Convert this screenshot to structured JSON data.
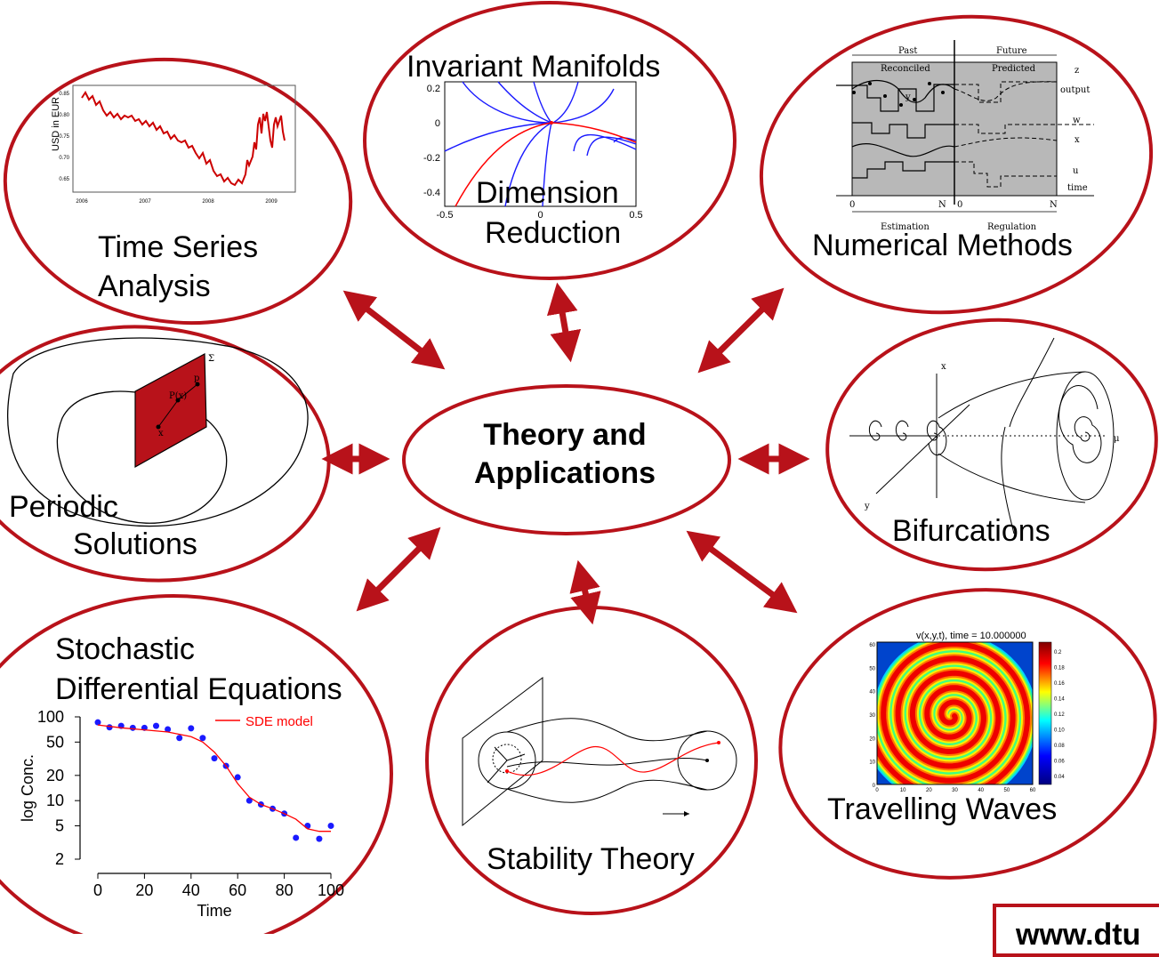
{
  "colors": {
    "accent": "#b8121a",
    "blue_curve": "#1a1aff",
    "data_points": "#1a1aff",
    "model_line": "#ff0000"
  },
  "center": {
    "line1": "Theory and",
    "line2": "Applications"
  },
  "topics": {
    "time_series": {
      "line1": "Time Series",
      "line2": "Analysis"
    },
    "invariant_manifolds": {
      "title": "Invariant Manifolds",
      "line1": "Dimension",
      "line2": "Reduction"
    },
    "numerical_methods": {
      "title": "Numerical Methods"
    },
    "periodic_solutions": {
      "line1": "Periodic",
      "line2": "Solutions"
    },
    "bifurcations": {
      "title": "Bifurcations"
    },
    "sde": {
      "line1": "Stochastic",
      "line2": "Differential Equations"
    },
    "stability_theory": {
      "title": "Stability Theory"
    },
    "travelling_waves": {
      "title": "Travelling Waves"
    }
  },
  "manifold_plot": {
    "y_ticks": [
      "0.2",
      "0",
      "-0.2",
      "-0.4"
    ],
    "x_ticks": [
      "-0.5",
      "0",
      "0.5"
    ]
  },
  "numerical_plot": {
    "past": "Past",
    "future": "Future",
    "reconciled": "Reconciled",
    "predicted": "Predicted",
    "z": "z",
    "output": "output",
    "y": "y",
    "w": "w",
    "x": "x",
    "u": "u",
    "time": "time",
    "zero_left": "0",
    "n_left": "N",
    "zero_right": "0",
    "n_right": "N",
    "estimation": "Estimation",
    "regulation": "Regulation"
  },
  "periodic_plot": {
    "sigma": "Σ",
    "p": "p",
    "px": "P(x)",
    "x": "x"
  },
  "bifurcation_plot": {
    "x_axis": "x",
    "y_axis": "y",
    "mu_axis": "μ"
  },
  "chart_data": {
    "type": "scatter",
    "title": "",
    "xlabel": "Time",
    "ylabel": "log Conc.",
    "xlim": [
      0,
      100
    ],
    "ylim": [
      2,
      100
    ],
    "y_scale": "log",
    "x_ticks": [
      "0",
      "20",
      "40",
      "60",
      "80",
      "100"
    ],
    "y_ticks": [
      "2",
      "5",
      "10",
      "20",
      "50",
      "100"
    ],
    "legend": "top-right",
    "series": [
      {
        "name": "",
        "kind": "points",
        "x": [
          0,
          5,
          10,
          15,
          20,
          25,
          30,
          35,
          40,
          45,
          50,
          55,
          60,
          65,
          70,
          75,
          80,
          85,
          90,
          95,
          100
        ],
        "y": [
          86,
          75,
          78,
          74,
          74,
          78,
          71,
          56,
          73,
          56,
          32,
          26,
          19,
          10,
          9,
          8,
          7,
          3.6,
          5,
          3.5,
          5
        ]
      },
      {
        "name": "SDE model",
        "kind": "line",
        "x": [
          0,
          10,
          20,
          30,
          35,
          40,
          45,
          50,
          55,
          60,
          65,
          70,
          75,
          80,
          85,
          90,
          95,
          100
        ],
        "y": [
          80,
          74,
          70,
          66,
          62,
          58,
          50,
          38,
          26,
          16,
          11,
          9,
          8,
          7,
          6,
          4.6,
          4.3,
          4.3
        ]
      }
    ]
  },
  "waves_plot": {
    "title": "v(x,y,t), time = 10.000000",
    "y_ticks": [
      "60",
      "50",
      "40",
      "30",
      "20",
      "10",
      "0"
    ],
    "x_ticks": [
      "0",
      "10",
      "20",
      "30",
      "40",
      "50",
      "60"
    ],
    "colorbar": [
      "0.2",
      "0.18",
      "0.16",
      "0.14",
      "0.12",
      "0.10",
      "0.08",
      "0.06",
      "0.04"
    ]
  },
  "time_series_plot": {
    "y_label": "USD in EUR",
    "y_ticks": [
      "0.85",
      "0.80",
      "0.75",
      "0.70",
      "0.65"
    ],
    "x_ticks": [
      "2006",
      "2007",
      "2008",
      "2009"
    ]
  },
  "url_box": {
    "text": "www.dtu"
  }
}
